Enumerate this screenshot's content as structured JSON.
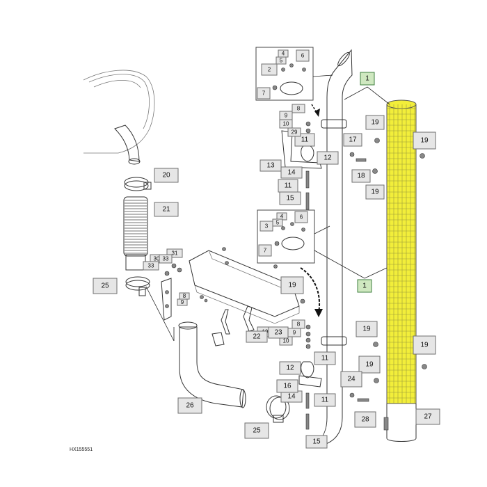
{
  "highlight_color": "#f2ee3a",
  "callout_color": "#e6e6e6",
  "callout_highlight_color": "#cfe8c0",
  "footer_code": "HX155551",
  "callouts": [
    {
      "id": "c-1-top",
      "label": "1",
      "highlight": true
    },
    {
      "id": "c-1-mid",
      "label": "1",
      "highlight": true
    },
    {
      "id": "c-2",
      "label": "2"
    },
    {
      "id": "c-3",
      "label": "3"
    },
    {
      "id": "c-4-top",
      "label": "4"
    },
    {
      "id": "c-4-mid",
      "label": "4"
    },
    {
      "id": "c-5-top",
      "label": "5"
    },
    {
      "id": "c-5-mid",
      "label": "5"
    },
    {
      "id": "c-6-top",
      "label": "6"
    },
    {
      "id": "c-6-mid",
      "label": "6"
    },
    {
      "id": "c-7-top",
      "label": "7"
    },
    {
      "id": "c-7-mid",
      "label": "7"
    },
    {
      "id": "c-8-top",
      "label": "8"
    },
    {
      "id": "c-8-low",
      "label": "8"
    },
    {
      "id": "c-8-small",
      "label": "8"
    },
    {
      "id": "c-9-top",
      "label": "9"
    },
    {
      "id": "c-9-low",
      "label": "9"
    },
    {
      "id": "c-9-small",
      "label": "9"
    },
    {
      "id": "c-10-top",
      "label": "10"
    },
    {
      "id": "c-10-low",
      "label": "10"
    },
    {
      "id": "c-11-a",
      "label": "11"
    },
    {
      "id": "c-11-b",
      "label": "11"
    },
    {
      "id": "c-11-c",
      "label": "11"
    },
    {
      "id": "c-11-d",
      "label": "11"
    },
    {
      "id": "c-12-top",
      "label": "12"
    },
    {
      "id": "c-12-low",
      "label": "12"
    },
    {
      "id": "c-13",
      "label": "13"
    },
    {
      "id": "c-14-top",
      "label": "14"
    },
    {
      "id": "c-14-low",
      "label": "14"
    },
    {
      "id": "c-15-top",
      "label": "15"
    },
    {
      "id": "c-15-low",
      "label": "15"
    },
    {
      "id": "c-16",
      "label": "16"
    },
    {
      "id": "c-17",
      "label": "17"
    },
    {
      "id": "c-18",
      "label": "18"
    },
    {
      "id": "c-19-a",
      "label": "19"
    },
    {
      "id": "c-19-b",
      "label": "19"
    },
    {
      "id": "c-19-c",
      "label": "19"
    },
    {
      "id": "c-19-d",
      "label": "19"
    },
    {
      "id": "c-19-e",
      "label": "19"
    },
    {
      "id": "c-19-f",
      "label": "19"
    },
    {
      "id": "c-19-g",
      "label": "19"
    },
    {
      "id": "c-19-h",
      "label": "19"
    },
    {
      "id": "c-20",
      "label": "20"
    },
    {
      "id": "c-21",
      "label": "21"
    },
    {
      "id": "c-22",
      "label": "22"
    },
    {
      "id": "c-23",
      "label": "23"
    },
    {
      "id": "c-24",
      "label": "24"
    },
    {
      "id": "c-25-a",
      "label": "25"
    },
    {
      "id": "c-25-b",
      "label": "25"
    },
    {
      "id": "c-26",
      "label": "26"
    },
    {
      "id": "c-27",
      "label": "27"
    },
    {
      "id": "c-28",
      "label": "28"
    },
    {
      "id": "c-29",
      "label": "29"
    },
    {
      "id": "c-30",
      "label": "30"
    },
    {
      "id": "c-31",
      "label": "31"
    },
    {
      "id": "c-33-a",
      "label": "33"
    },
    {
      "id": "c-33-b",
      "label": "33"
    }
  ]
}
